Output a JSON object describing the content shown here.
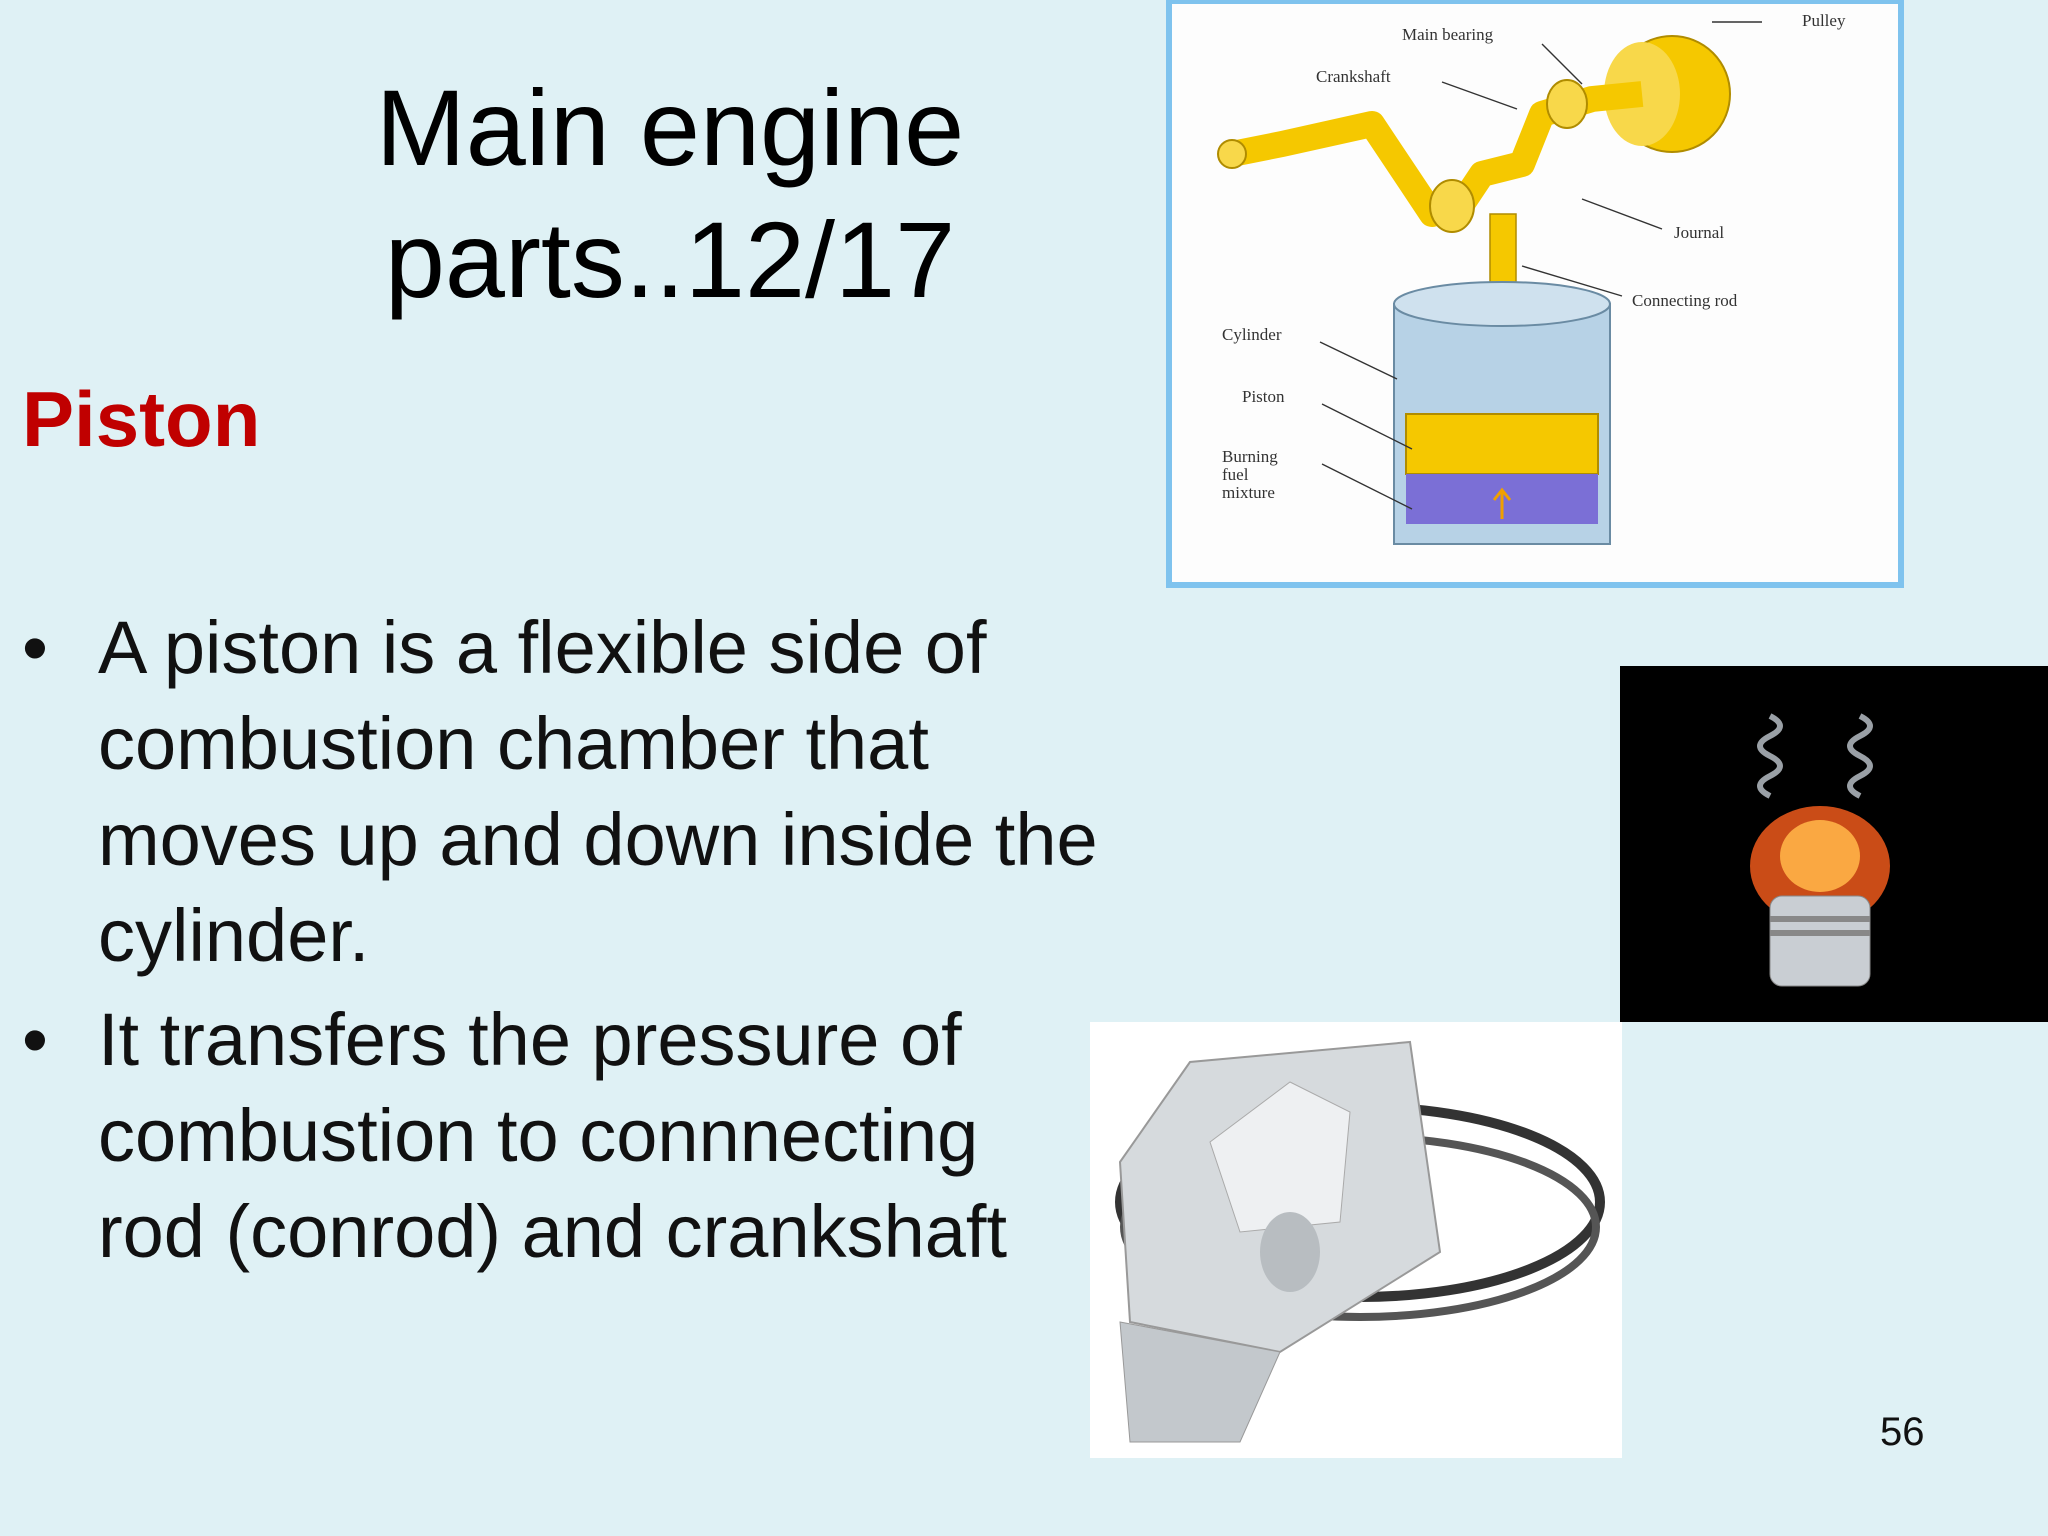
{
  "slide": {
    "title_line1": "Main engine",
    "title_line2": "parts..12/17",
    "subtitle": "Piston",
    "bullets": [
      "A piston is a flexible side of combustion chamber that moves up and down inside the cylinder.",
      "It transfers the pressure of combustion to connnecting rod (conrod) and crankshaft"
    ],
    "bullet_symbol": "•",
    "page_number": "56"
  },
  "diagram": {
    "labels": {
      "pulley": "Pulley",
      "main_bearing": "Main bearing",
      "crankshaft": "Crankshaft",
      "journal": "Journal",
      "connecting_rod": "Connecting rod",
      "cylinder": "Cylinder",
      "piston": "Piston",
      "burning_1": "Burning",
      "burning_2": "fuel",
      "burning_3": "mixture"
    }
  },
  "colors": {
    "background": "#dff1f5",
    "subtitle": "#c00000",
    "diagram_border": "#7fc3ee",
    "crank_yellow": "#f5c800",
    "fuel_purple": "#7b6fd6"
  }
}
